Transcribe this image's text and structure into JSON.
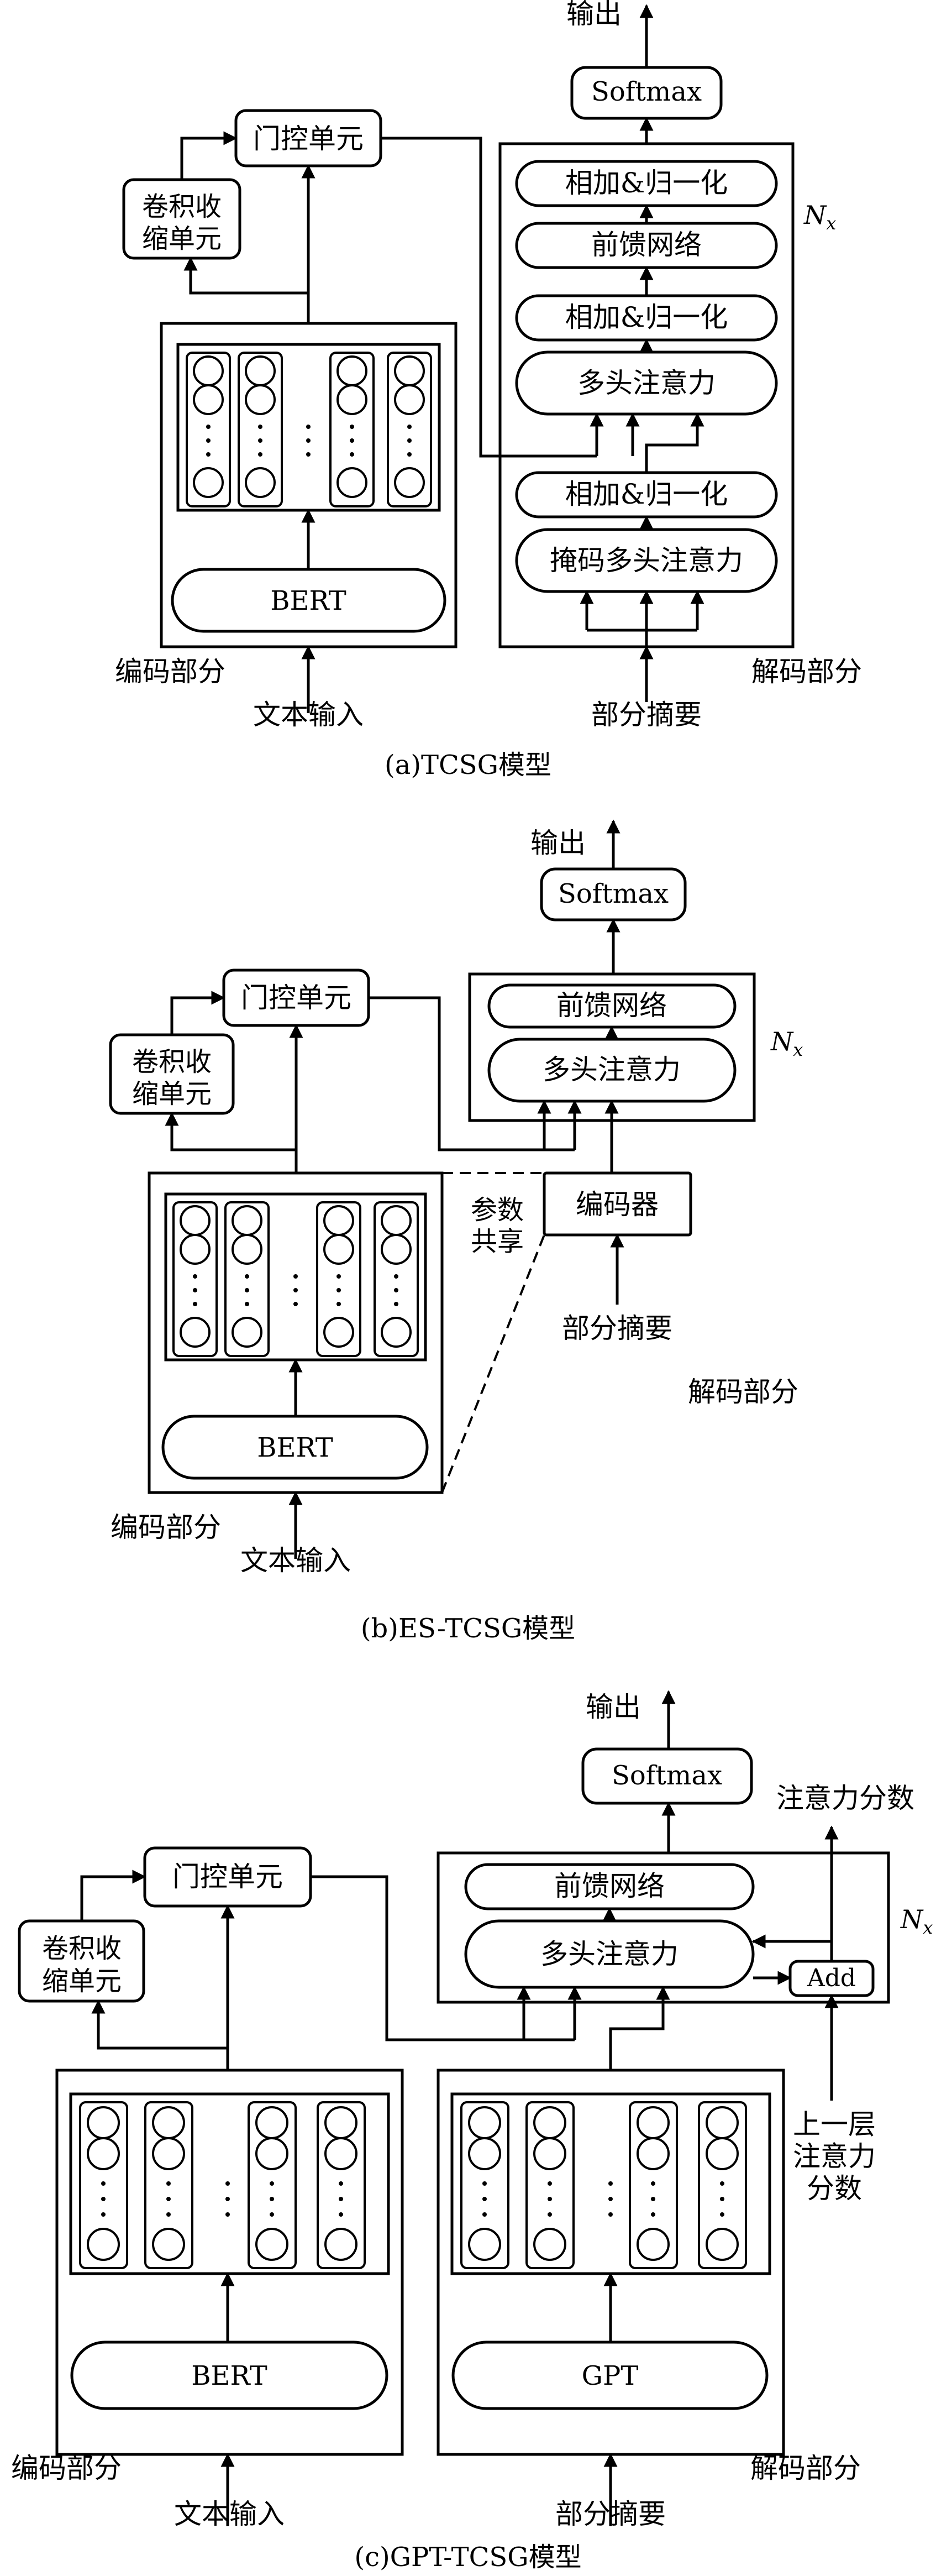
{
  "diagrams": [
    {
      "caption": "(a)TCSG模型",
      "encoder_label": "编码部分",
      "decoder_label": "解码部分",
      "input_text": "文本输入",
      "input_summary": "部分摘要",
      "output": "输出",
      "softmax": "Softmax",
      "gate_unit": "门控单元",
      "conv_unit": [
        "卷积收",
        "缩单元"
      ],
      "encoder_model": "BERT",
      "decoder_layers": [
        "相加&归一化",
        "前馈网络",
        "相加&归一化",
        "多头注意力",
        "相加&归一化",
        "掩码多头注意力"
      ],
      "repeat": "N",
      "repeat_sub": "x"
    },
    {
      "caption": "(b)ES-TCSG模型",
      "encoder_label": "编码部分",
      "decoder_label": "解码部分",
      "input_text": "文本输入",
      "input_summary": "部分摘要",
      "output": "输出",
      "softmax": "Softmax",
      "gate_unit": "门控单元",
      "conv_unit": [
        "卷积收",
        "缩单元"
      ],
      "encoder_model": "BERT",
      "decoder_layers": [
        "前馈网络",
        "多头注意力"
      ],
      "shared_encoder": "编码器",
      "param_share": [
        "参数",
        "共享"
      ],
      "repeat": "N",
      "repeat_sub": "x"
    },
    {
      "caption": "(c)GPT-TCSG模型",
      "encoder_label": "编码部分",
      "decoder_label": "解码部分",
      "input_text": "文本输入",
      "input_summary": "部分摘要",
      "output": "输出",
      "softmax": "Softmax",
      "gate_unit": "门控单元",
      "conv_unit": [
        "卷积收",
        "缩单元"
      ],
      "encoder_model": "BERT",
      "decoder_model": "GPT",
      "decoder_layers": [
        "前馈网络",
        "多头注意力"
      ],
      "add_op": "Add",
      "attention_score": "注意力分数",
      "prev_attention": [
        "上一层",
        "注意力",
        "分数"
      ],
      "repeat": "N",
      "repeat_sub": "x"
    }
  ]
}
